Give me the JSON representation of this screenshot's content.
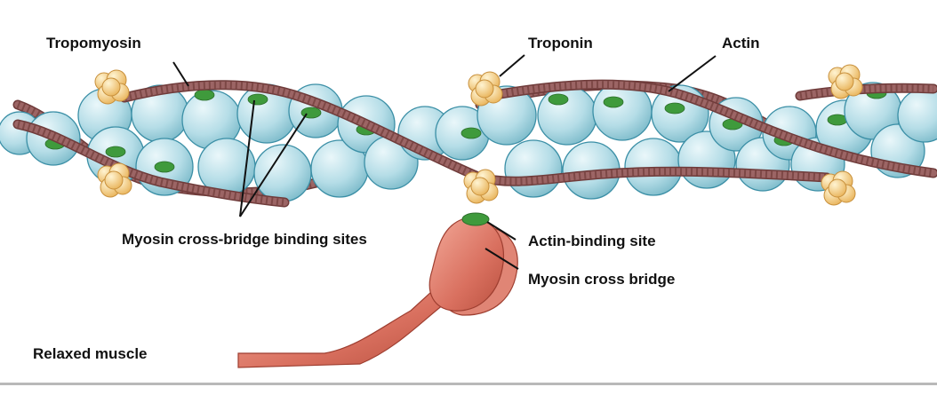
{
  "labels": {
    "tropomyosin": "Tropomyosin",
    "troponin": "Troponin",
    "actin": "Actin",
    "myosin_binding_sites": "Myosin cross-bridge binding sites",
    "actin_binding_site": "Actin-binding site",
    "myosin_cross_bridge": "Myosin cross bridge",
    "caption": "Relaxed muscle"
  },
  "colors": {
    "actin_fill": "#a9d7e1",
    "actin_stroke": "#3b8fa6",
    "binding_site": "#3f9a3c",
    "tropomyosin": "#9c6565",
    "troponin": "#f2c778",
    "myosin": "#d86a5c",
    "label_text": "#111111",
    "leader_line": "#111111"
  },
  "icons": {
    "actin_subunit": "circle",
    "troponin_complex": "cluster-of-circles",
    "myosin_head": "club-shape"
  }
}
